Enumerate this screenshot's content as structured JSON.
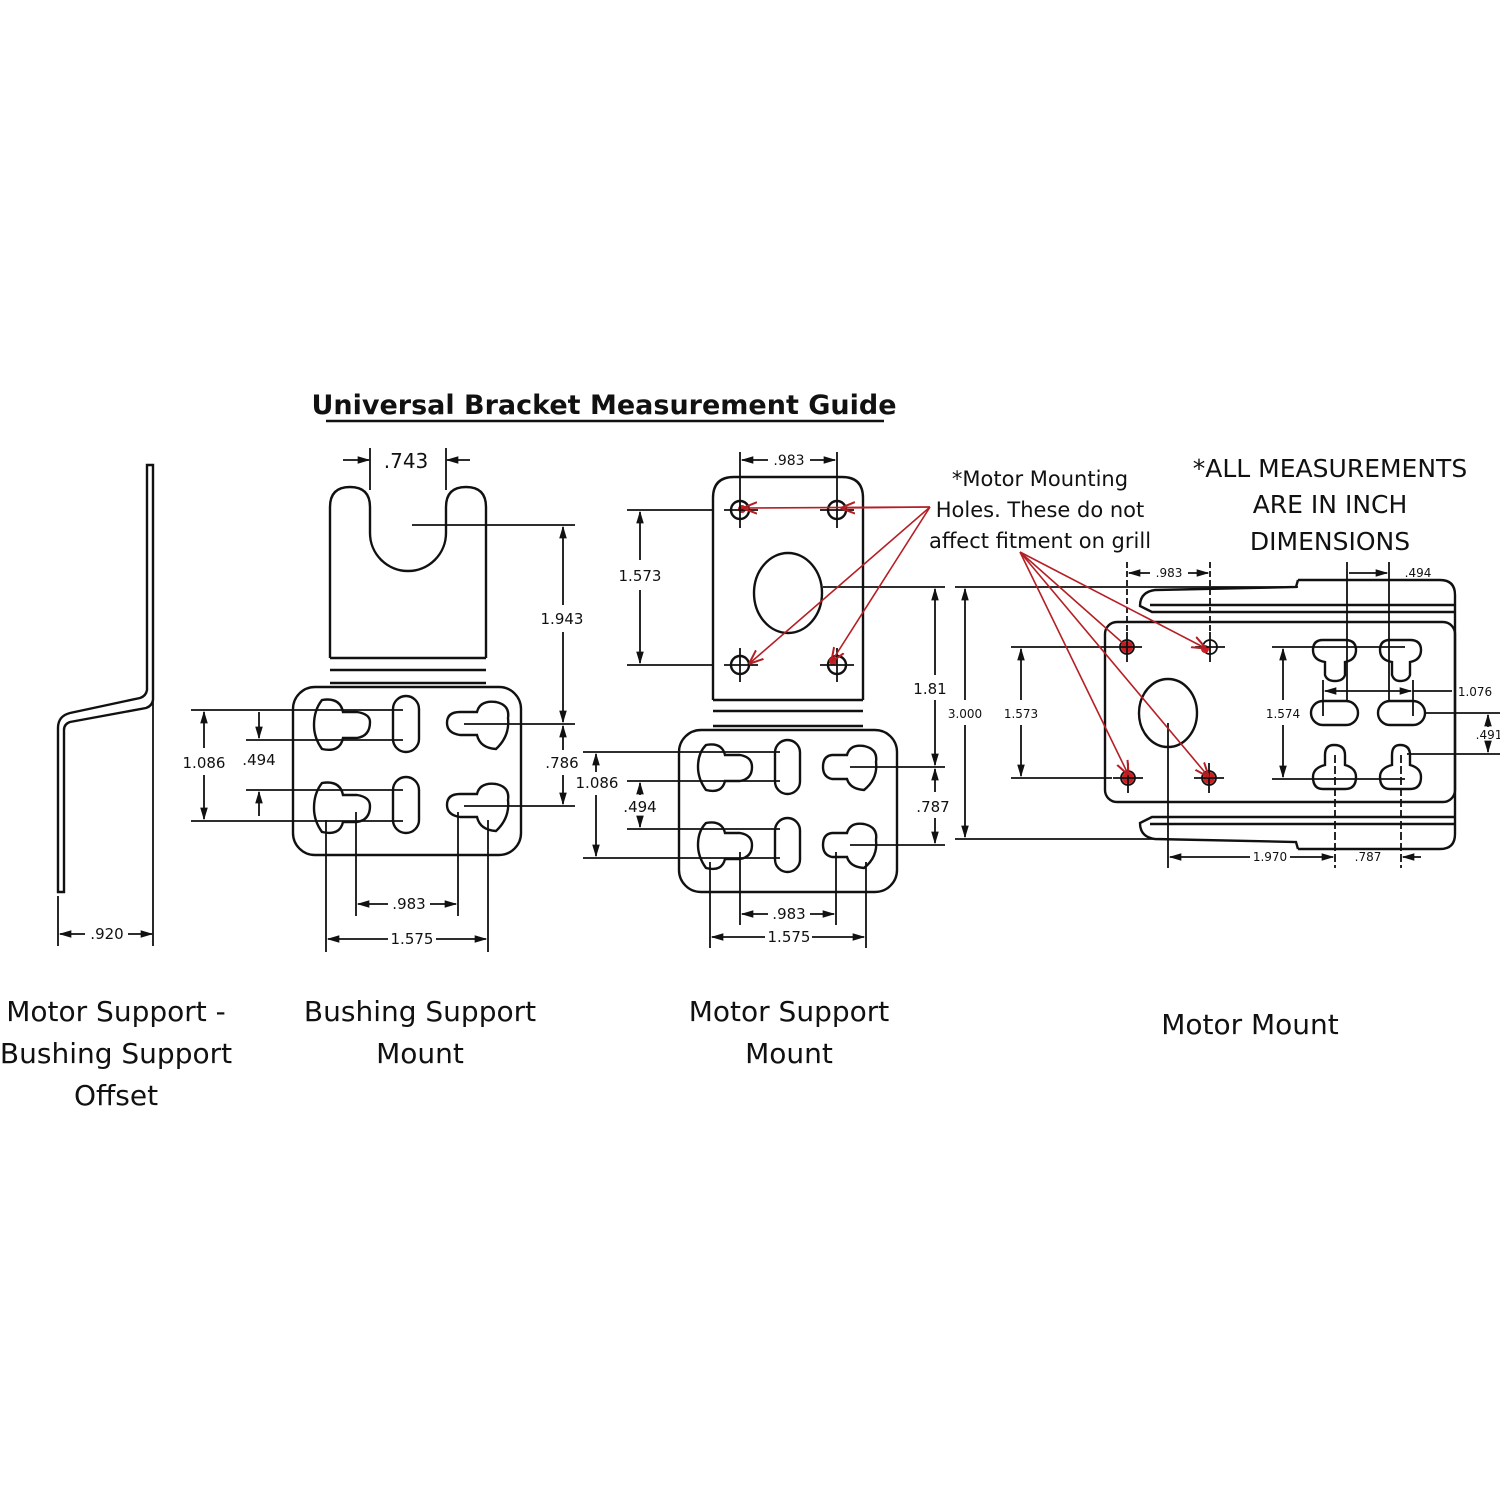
{
  "title": "Universal Bracket Measurement Guide",
  "units_note": [
    "*ALL MEASUREMENTS",
    "ARE IN INCH",
    "DIMENSIONS"
  ],
  "motor_holes_note": [
    "*Motor Mounting",
    "Holes. These do not",
    "affect fitment on grill"
  ],
  "colors": {
    "line": "#111111",
    "annotation": "#b51f24",
    "highlight_dot": "#d11c22"
  },
  "brackets": {
    "offset": {
      "caption": [
        "Motor Support -",
        "Bushing Support",
        "Offset"
      ],
      "dims": {
        "width": ".920"
      }
    },
    "bushing_support": {
      "caption": [
        "Bushing Support",
        "Mount"
      ],
      "dims": {
        "slot_width": ".743",
        "slot_height": "1.943",
        "outer_vertical": "1.086",
        "inner_vertical": ".494",
        "right_vertical": ".786",
        "inner_horizontal": ".983",
        "outer_horizontal": "1.575"
      }
    },
    "motor_support": {
      "caption": [
        "Motor Support",
        "Mount"
      ],
      "dims": {
        "top_holes_horizontal": ".983",
        "holes_vertical": "1.573",
        "center_height": "1.81",
        "outer_vertical": "1.086",
        "inner_vertical": ".494",
        "right_vertical": ".787",
        "inner_horizontal": ".983",
        "outer_horizontal": "1.575"
      }
    },
    "motor_mount": {
      "caption": [
        "Motor Mount"
      ],
      "dims": {
        "overall_height": "3.000",
        "holes_vertical": "1.573",
        "holes_horizontal": ".983",
        "slot_spacing_top": ".494",
        "slot_vertical": "1.574",
        "slot_width": "1.076",
        "slot_offset": ".491",
        "center_to_slot": "1.970",
        "slot_spacing_bottom": ".787"
      }
    }
  }
}
